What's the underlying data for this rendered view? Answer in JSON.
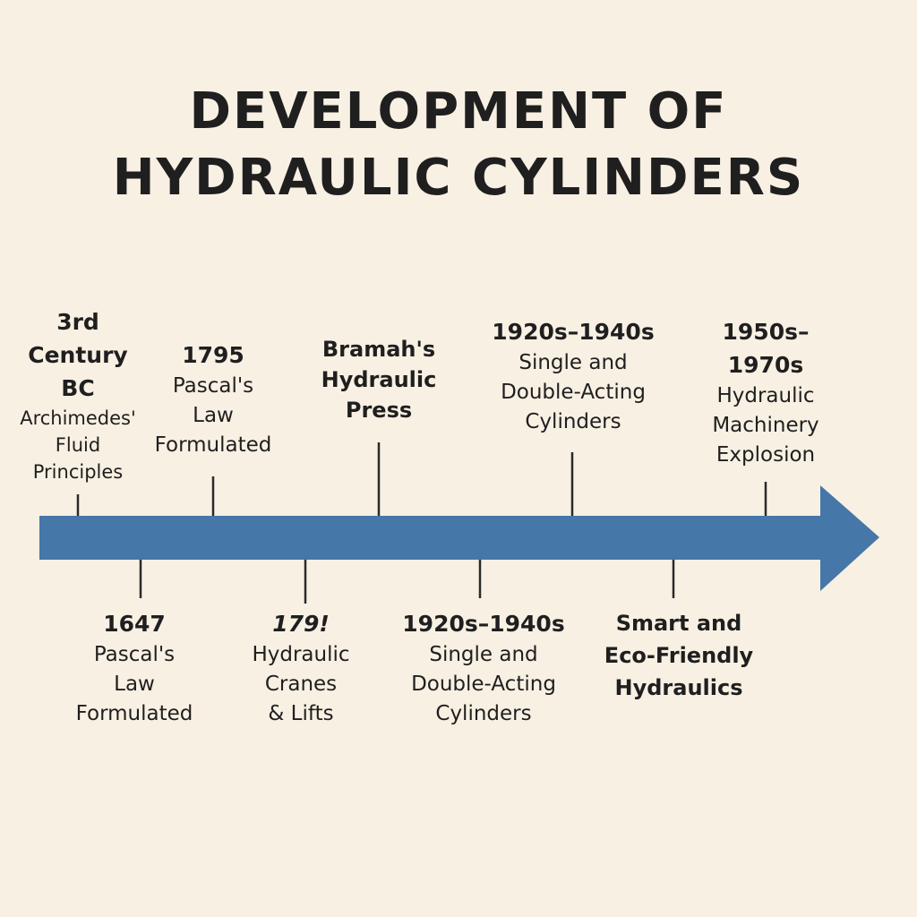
{
  "title": {
    "line1": "DEVELOPMENT OF",
    "line2": "HYDRAULIC CYLINDERS"
  },
  "colors": {
    "background": "#f8f0e3",
    "arrow": "#4577a8",
    "text": "#1f1f1f"
  },
  "events_above": [
    {
      "date": "3rd\nCentury\nBC",
      "label": "Archimedes'\nFluid\nPrinciples"
    },
    {
      "date": "1795",
      "label": "Pascal's\nLaw\nFormulated"
    },
    {
      "date": "",
      "label": "Bramah's\nHydraulic\nPress"
    },
    {
      "date": "1920s–1940s",
      "label": "Single and\nDouble-Acting\nCylinders"
    },
    {
      "date": "1950s–\n1970s",
      "label": "Hydraulic\nMachinery\nExplosion"
    }
  ],
  "events_below": [
    {
      "date": "1647",
      "label": "Pascal's\nLaw\nFormulated"
    },
    {
      "date": "179!",
      "label": "Hydraulic\nCranes\n& Lifts"
    },
    {
      "date": "1920s–1940s",
      "label": "Single and\nDouble-Acting\nCylinders"
    },
    {
      "date": "",
      "label": "Smart and\nEco-Friendly\nHydraulics"
    }
  ]
}
